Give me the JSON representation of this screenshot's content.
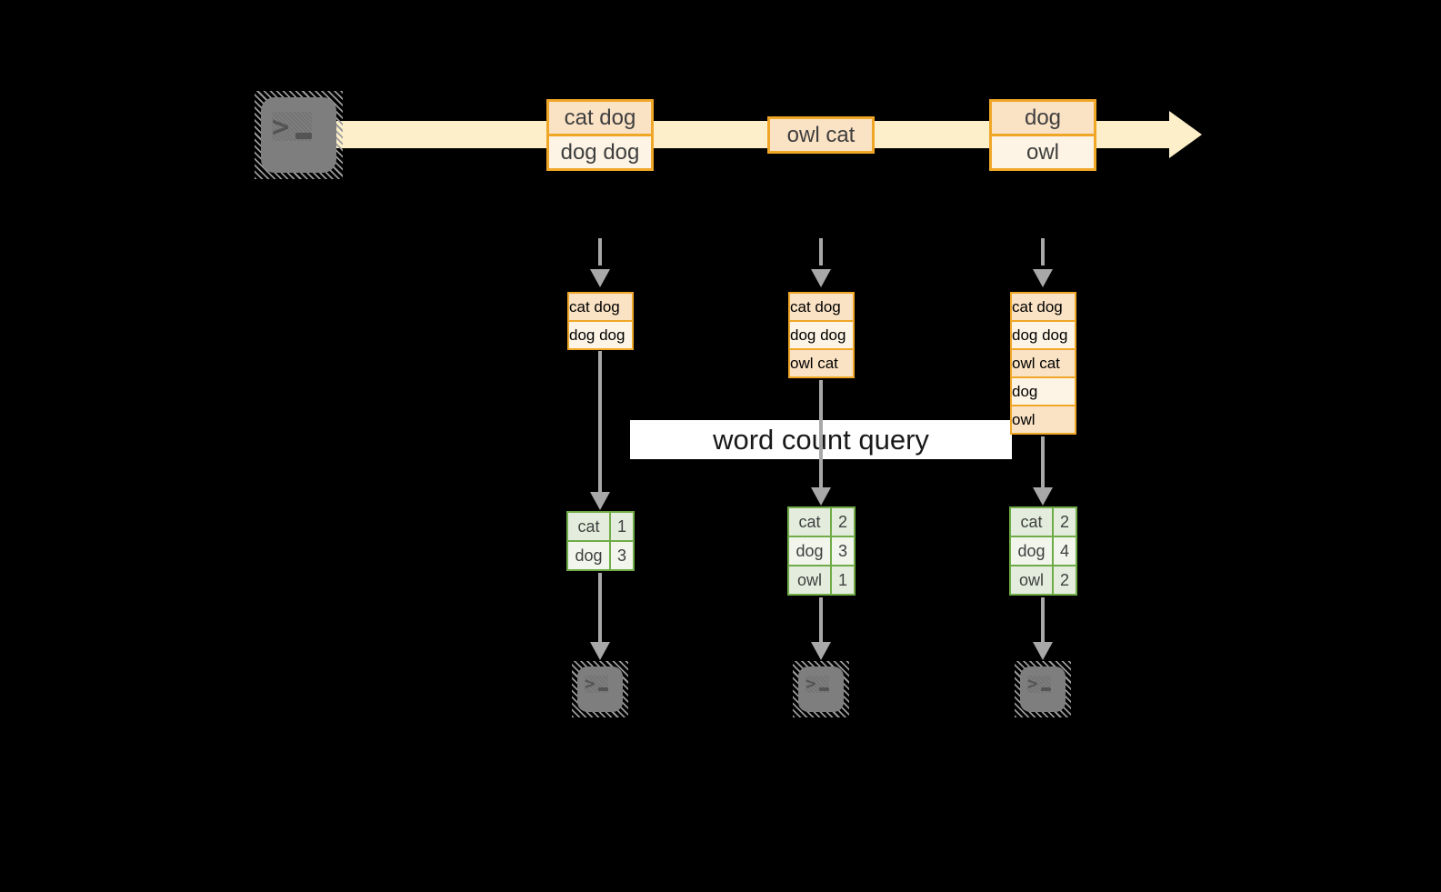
{
  "query_label": "word count query",
  "icons": {
    "terminal_prompt": ">",
    "terminal_cursor": "_"
  },
  "colors": {
    "background": "#000000",
    "stream_band": "#FCEFC9",
    "batch_border": "#F0A728",
    "batch_fill_dark": "#FAE2C4",
    "batch_fill_light": "#FDF4E5",
    "table_border": "#6FAC47",
    "table_fill_dark": "#E4EDDD",
    "table_fill_light": "#F1F5EC",
    "connector_gray": "#A8A8A8",
    "terminal_gray": "#7E7E7E",
    "text_dark": "#3F3F3F"
  },
  "stream_batches": [
    {
      "lines": [
        "cat dog",
        "dog dog"
      ]
    },
    {
      "lines": [
        "owl cat"
      ]
    },
    {
      "lines": [
        "dog",
        "owl"
      ]
    }
  ],
  "micro_batches": [
    {
      "accumulated_lines": [
        "cat dog",
        "dog dog"
      ],
      "word_counts": [
        [
          "cat",
          "1"
        ],
        [
          "dog",
          "3"
        ]
      ]
    },
    {
      "accumulated_lines": [
        "cat dog",
        "dog dog",
        "owl cat"
      ],
      "word_counts": [
        [
          "cat",
          "2"
        ],
        [
          "dog",
          "3"
        ],
        [
          "owl",
          "1"
        ]
      ]
    },
    {
      "accumulated_lines": [
        "cat dog",
        "dog dog",
        "owl cat",
        "dog",
        "owl"
      ],
      "word_counts": [
        [
          "cat",
          "2"
        ],
        [
          "dog",
          "4"
        ],
        [
          "owl",
          "2"
        ]
      ]
    }
  ]
}
